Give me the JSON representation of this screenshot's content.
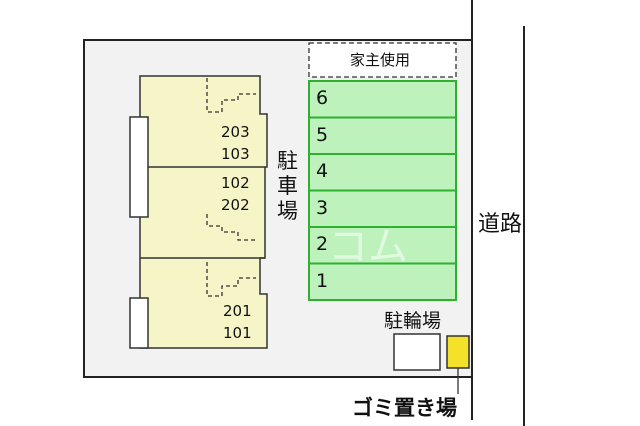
{
  "owner_use_label": "家主使用",
  "parking_label_chars": [
    "駐",
    "車",
    "場"
  ],
  "road_label": "道路",
  "bicycle_parking_label": "駐輪場",
  "garbage_label": "ゴミ置き場",
  "watermark": "コム",
  "parking_slots": [
    "6",
    "5",
    "4",
    "3",
    "2",
    "1"
  ],
  "units": {
    "top": [
      "203",
      "103"
    ],
    "middle": [
      "102",
      "202"
    ],
    "bottom": [
      "201",
      "101"
    ]
  },
  "colors": {
    "building_fill": "#f6f5c8",
    "parking_fill": "#bdf2bd",
    "parking_border": "#2fb02f",
    "garbage_fill": "#f3e12a",
    "lot_fill": "#f2f2f2"
  }
}
